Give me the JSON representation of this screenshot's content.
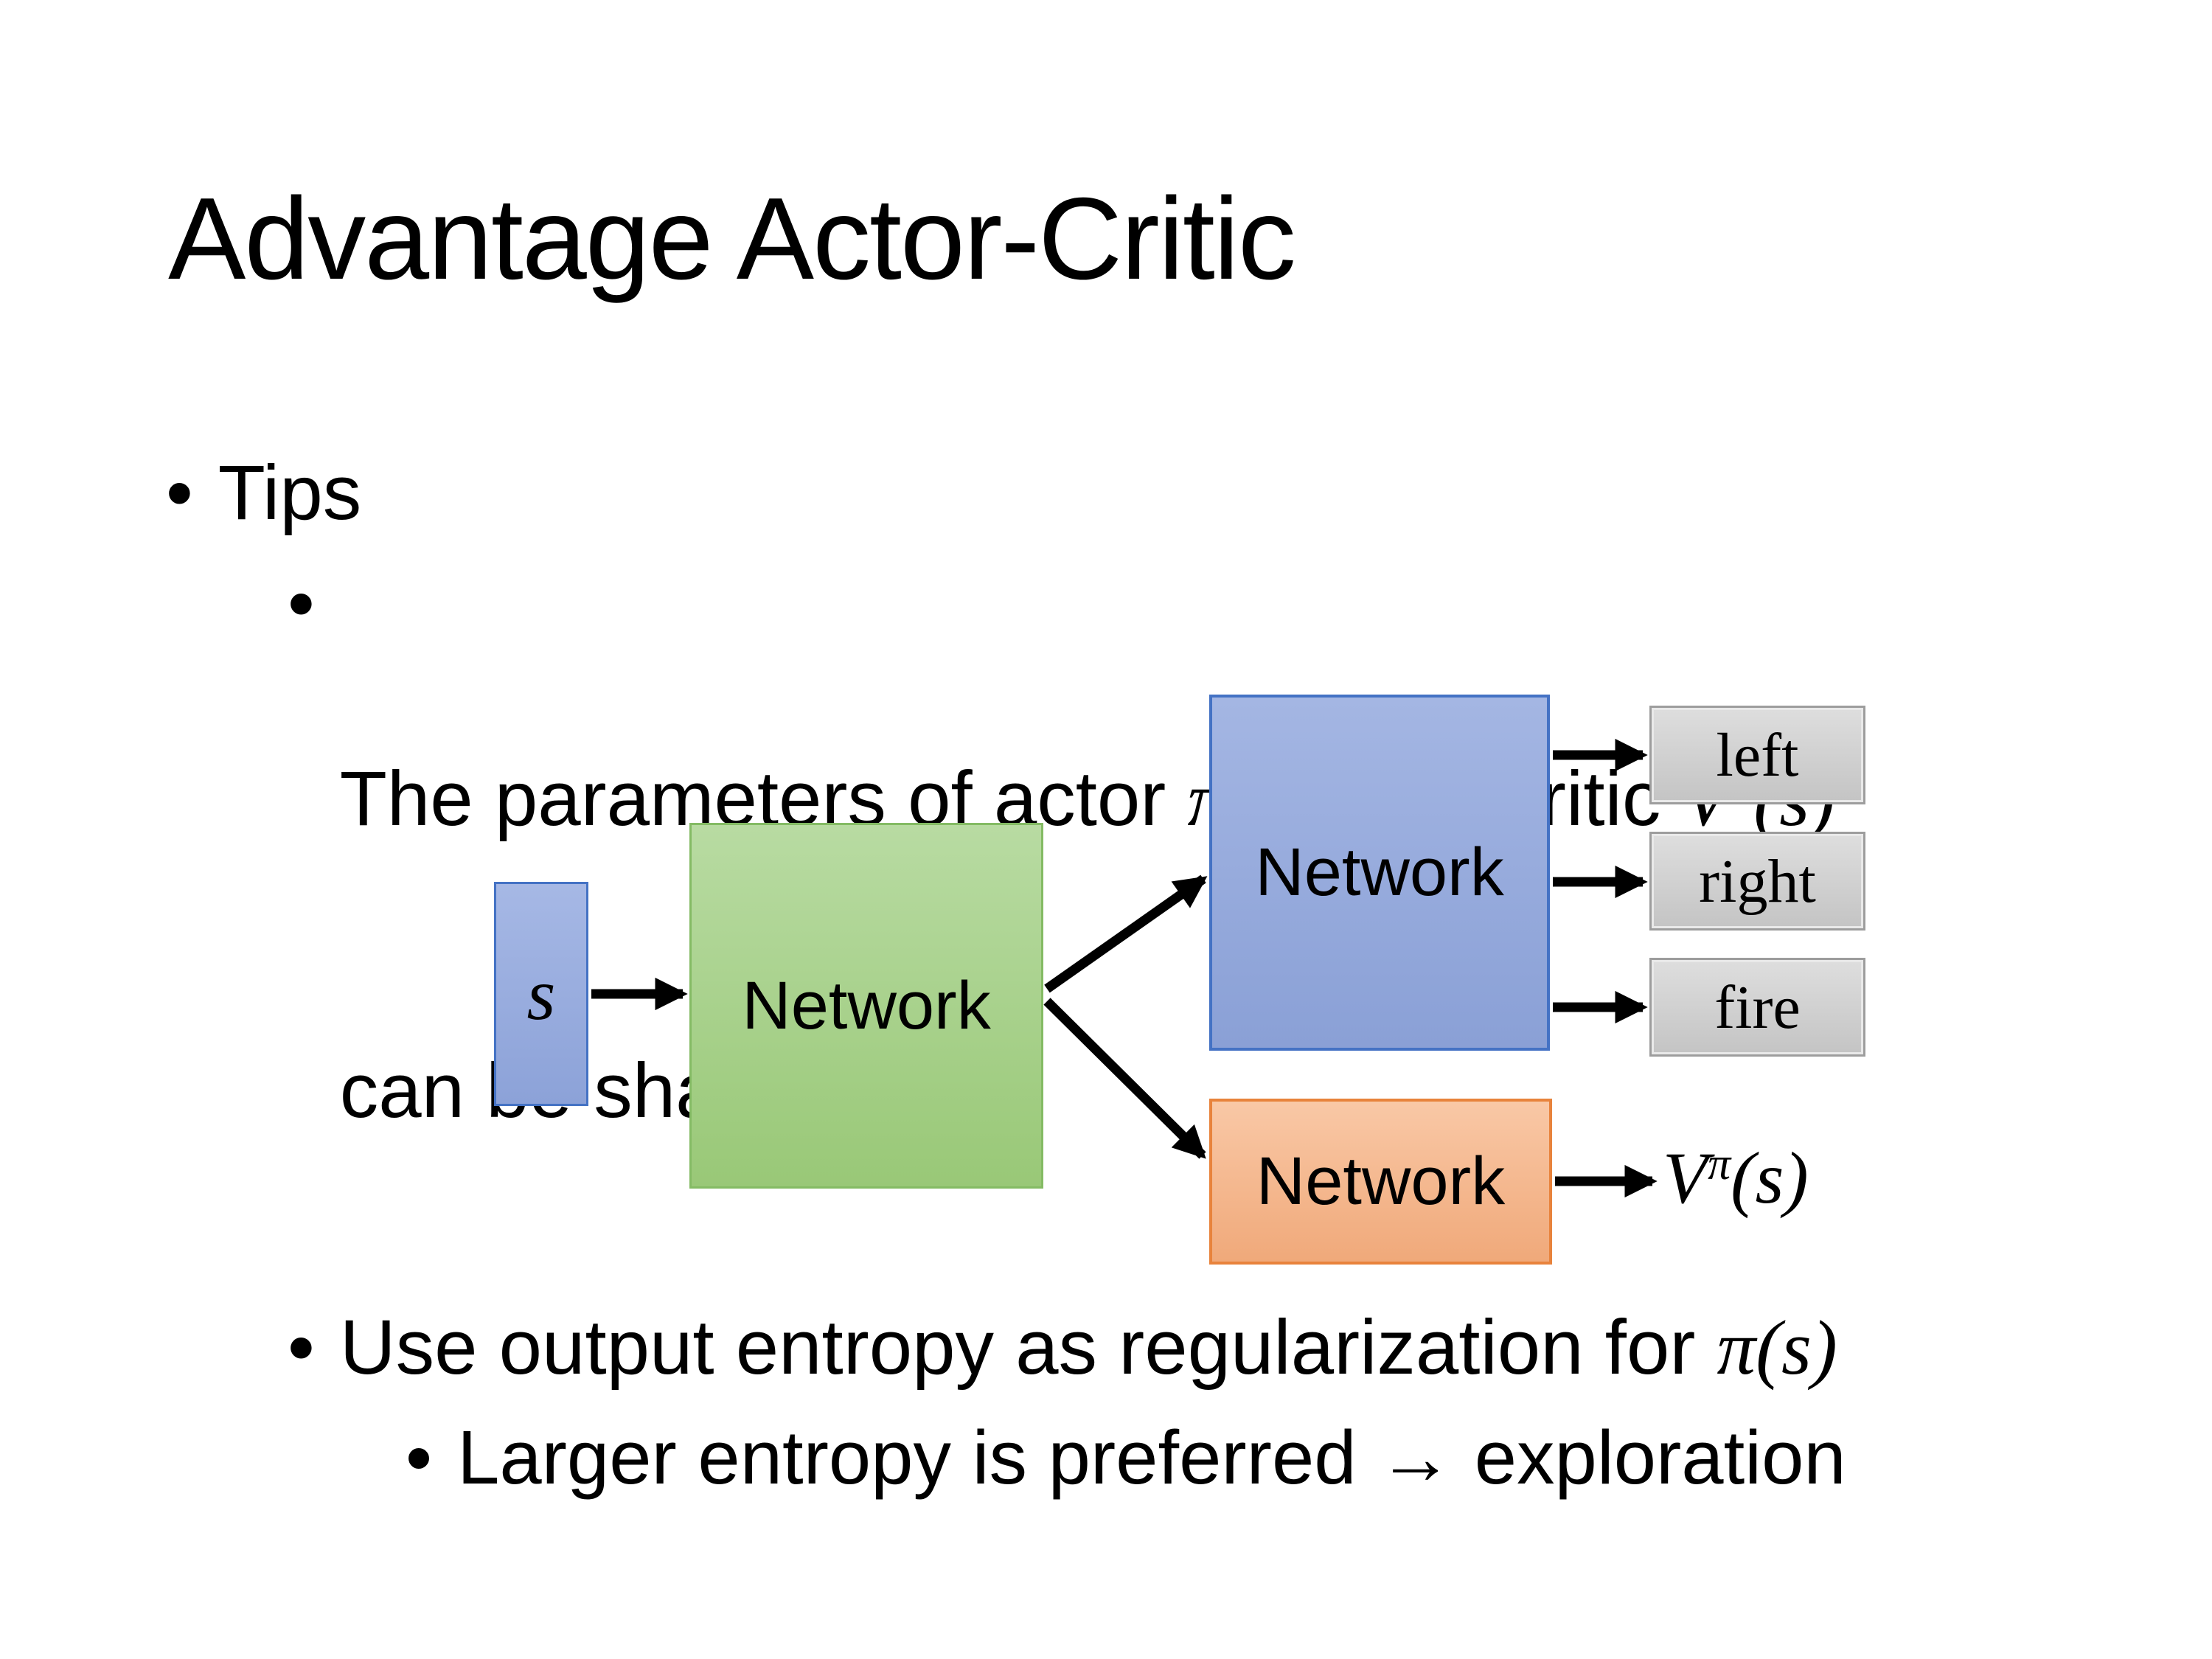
{
  "slide": {
    "title": "Advantage Actor-Critic",
    "bullet_char": "•",
    "tips_label": "Tips",
    "shared_bullet": {
      "text_before": "The parameters of actor ",
      "actor_math": "π(s)",
      "text_between": "  and critic ",
      "critic_base": "V",
      "critic_sup": "π",
      "critic_args": "(s)",
      "text_line2": "can be shared"
    },
    "entropy_bullet": {
      "text_before": "Use output entropy as regularization for ",
      "pi_math": "π(s)"
    },
    "exploration_bullet": "Larger entropy is preferred → exploration",
    "diagram": {
      "input_label": "s",
      "shared_network_label": "Network",
      "actor_network_label": "Network",
      "critic_network_label": "Network",
      "action_labels": [
        "left",
        "right",
        "fire"
      ],
      "value_base": "V",
      "value_sup": "π",
      "value_args": "(s)",
      "colors": {
        "background": "#FFFFFF",
        "text": "#000000",
        "input_box_fill": "#8FA5D9",
        "input_box_border": "#4472C4",
        "shared_box_fill": "#A8D18D",
        "shared_box_border": "#85BC65",
        "actor_box_fill": "#95A9DB",
        "actor_box_border": "#4472C4",
        "critic_box_fill": "#F4B488",
        "critic_box_border": "#E8833C",
        "action_box_fill": "#D1D1D1",
        "action_box_border": "#9D9D9D",
        "arrow": "#000000"
      }
    }
  }
}
